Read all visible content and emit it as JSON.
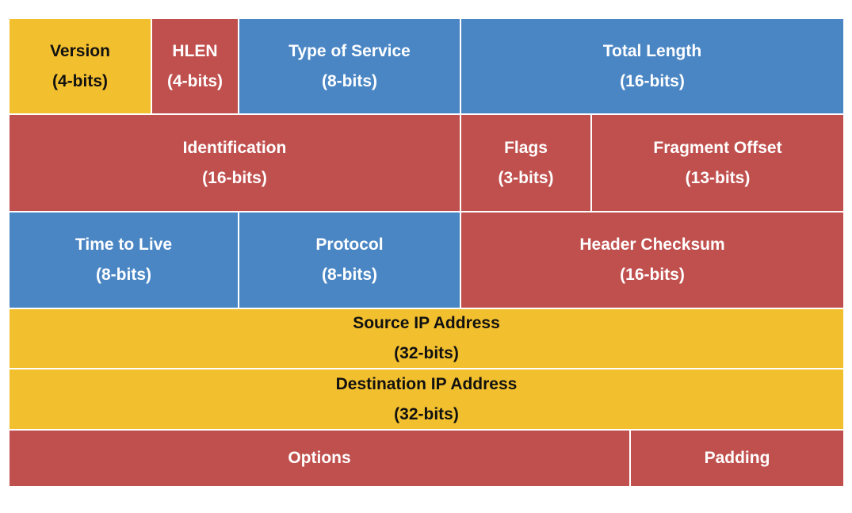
{
  "colors": {
    "yellow": "#f2bf2e",
    "red": "#c0504e",
    "blue": "#4a86c4",
    "divider": "#ffffff"
  },
  "rows": [
    {
      "fields": [
        {
          "name": "Version",
          "size": "(4-bits)",
          "color": "yellow"
        },
        {
          "name": "HLEN",
          "size": "(4-bits)",
          "color": "red"
        },
        {
          "name": "Type of Service",
          "size": "(8-bits)",
          "color": "blue"
        },
        {
          "name": "Total Length",
          "size": "(16-bits)",
          "color": "blue"
        }
      ]
    },
    {
      "fields": [
        {
          "name": "Identification",
          "size": "(16-bits)",
          "color": "red"
        },
        {
          "name": "Flags",
          "size": "(3-bits)",
          "color": "red"
        },
        {
          "name": "Fragment Offset",
          "size": "(13-bits)",
          "color": "red"
        }
      ]
    },
    {
      "fields": [
        {
          "name": "Time to Live",
          "size": "(8-bits)",
          "color": "blue"
        },
        {
          "name": "Protocol",
          "size": "(8-bits)",
          "color": "blue"
        },
        {
          "name": "Header Checksum",
          "size": "(16-bits)",
          "color": "red"
        }
      ]
    },
    {
      "fields": [
        {
          "name": "Source IP Address",
          "size": "(32-bits)",
          "color": "yellow"
        }
      ]
    },
    {
      "fields": [
        {
          "name": "Destination IP Address",
          "size": "(32-bits)",
          "color": "yellow"
        }
      ]
    },
    {
      "fields": [
        {
          "name": "Options",
          "color": "red"
        },
        {
          "name": "Padding",
          "color": "red"
        }
      ]
    }
  ]
}
